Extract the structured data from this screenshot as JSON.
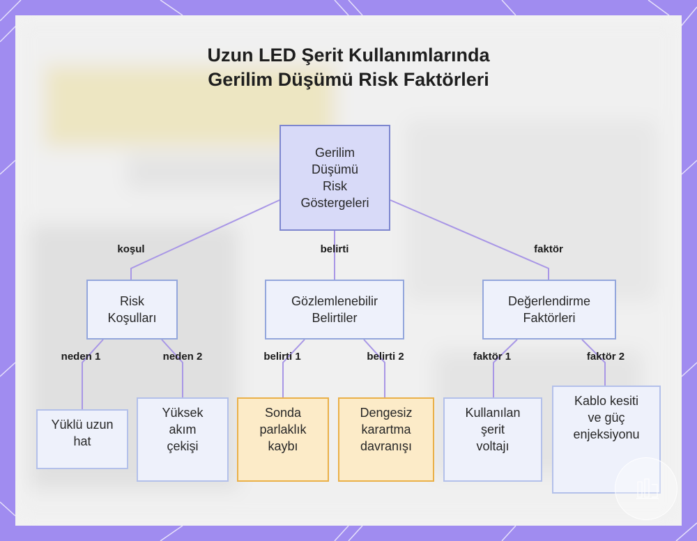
{
  "title": {
    "line1": "Uzun LED Şerit Kullanımlarında",
    "line2": "Gerilim Düşümü Risk Faktörleri"
  },
  "root": {
    "label": "Gerilim Düşümü Risk Göstergeleri"
  },
  "branches": [
    {
      "edge_label": "koşul",
      "label": "Risk Koşulları",
      "children": [
        {
          "edge_label": "neden 1",
          "label": "Yüklü uzun hat"
        },
        {
          "edge_label": "neden 2",
          "label": "Yüksek akım çekişi"
        }
      ]
    },
    {
      "edge_label": "belirti",
      "label": "Gözlemlenebilir Belirtiler",
      "children": [
        {
          "edge_label": "belirti 1",
          "label": "Sonda parlaklık kaybı"
        },
        {
          "edge_label": "belirti 2",
          "label": "Dengesiz karartma davranışı"
        }
      ]
    },
    {
      "edge_label": "faktör",
      "label": "Değerlendirme Faktörleri",
      "children": [
        {
          "edge_label": "faktör 1",
          "label": "Kullanılan şerit voltajı"
        },
        {
          "edge_label": "faktör 2",
          "label": "Kablo kesiti ve güç enjeksiyonu"
        }
      ]
    }
  ],
  "colors": {
    "frame": "#a08cf0",
    "connector": "#a896e6",
    "root_fill": "#d8daf8",
    "warning_fill": "#fcebc8",
    "warning_border": "#eab048"
  }
}
